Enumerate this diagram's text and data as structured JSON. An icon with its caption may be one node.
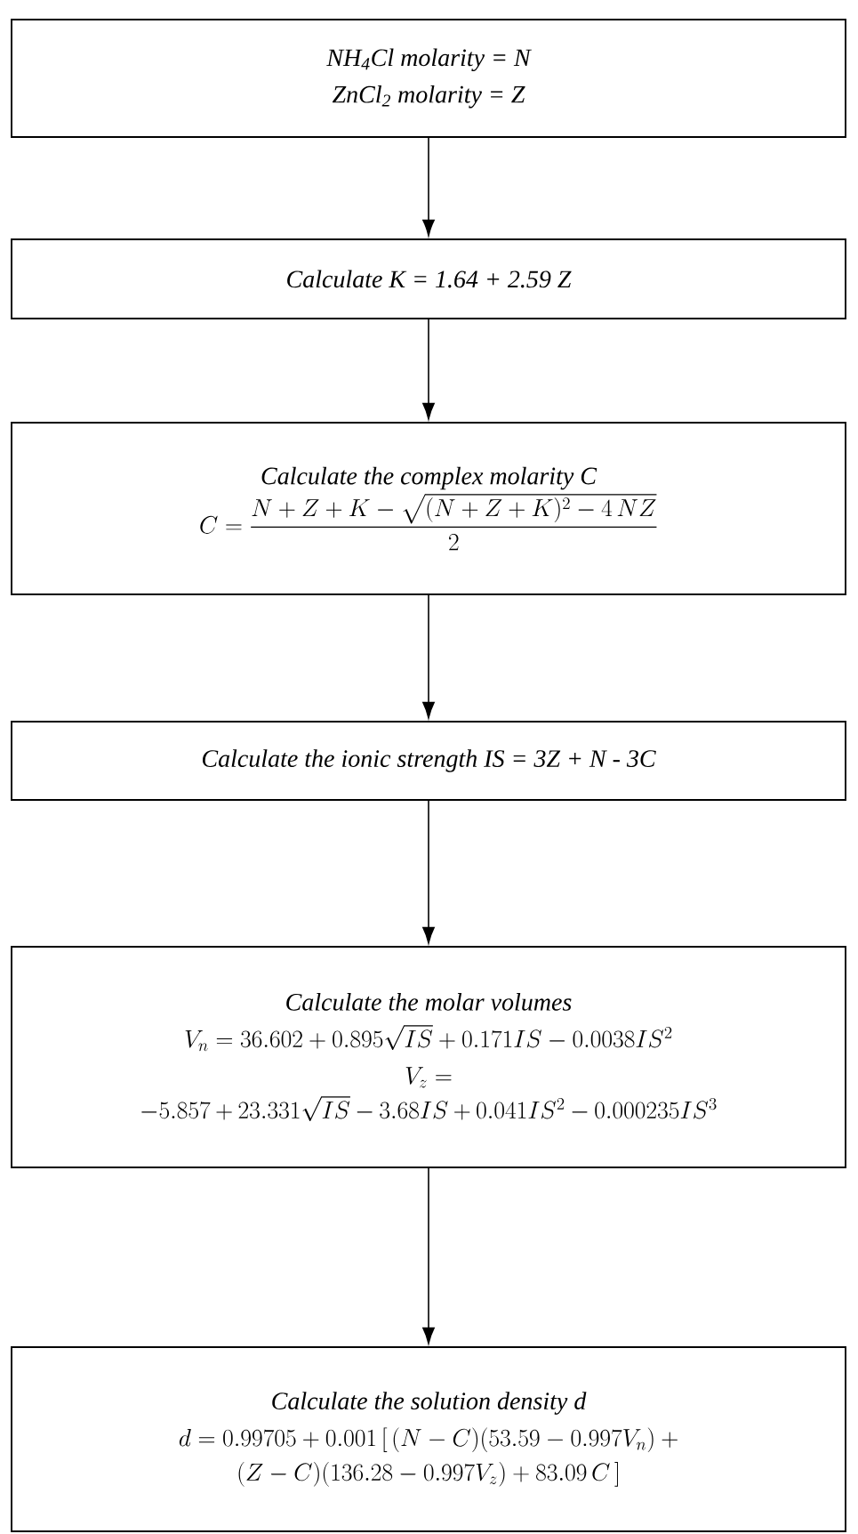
{
  "diagram": {
    "nodes": [
      {
        "text": [
          "NH$_{4}$Cl molarity = N",
          "ZnCl$_{2}$ molarity = Z"
        ]
      },
      {
        "text": [
          "Calculate K = 1.64 + 2.59 Z"
        ]
      },
      {
        "text": [
          "Calculate the complex molarity C",
          "C = \\frac{N + Z + K - \\sqrt{(N + Z + K)^{2} - 4\\,NZ}}{2}"
        ]
      },
      {
        "text": [
          "Calculate the ionic strength IS = 3Z + N - 3C"
        ]
      },
      {
        "text": [
          "Calculate the molar volumes",
          "V_{n} = 36.602 + 0.895\\sqrt{IS} + 0.171IS - 0.0038IS^{2}",
          "V_{z} = -5.857 + 23.331\\sqrt{IS} - 3.68IS + 0.041IS^{2} - 0.000235IS^{3}"
        ]
      },
      {
        "text": [
          "Calculate the solution density d",
          "d = 0.99705 + 0.001\\,[\\,(N - C)(53.59 - 0.997V_{n}) + (Z - C)(136.28 - 0.997V_{z}) + 83.09\\,C\\,]"
        ]
      }
    ],
    "edges": [
      {
        "from": 0,
        "to": 1,
        "arrow": "to"
      },
      {
        "from": 1,
        "to": 2,
        "arrow": "to"
      },
      {
        "from": 2,
        "to": 3,
        "arrow": "to"
      },
      {
        "from": 3,
        "to": 4,
        "arrow": "to"
      },
      {
        "from": 4,
        "to": 5,
        "arrow": "to"
      }
    ]
  }
}
